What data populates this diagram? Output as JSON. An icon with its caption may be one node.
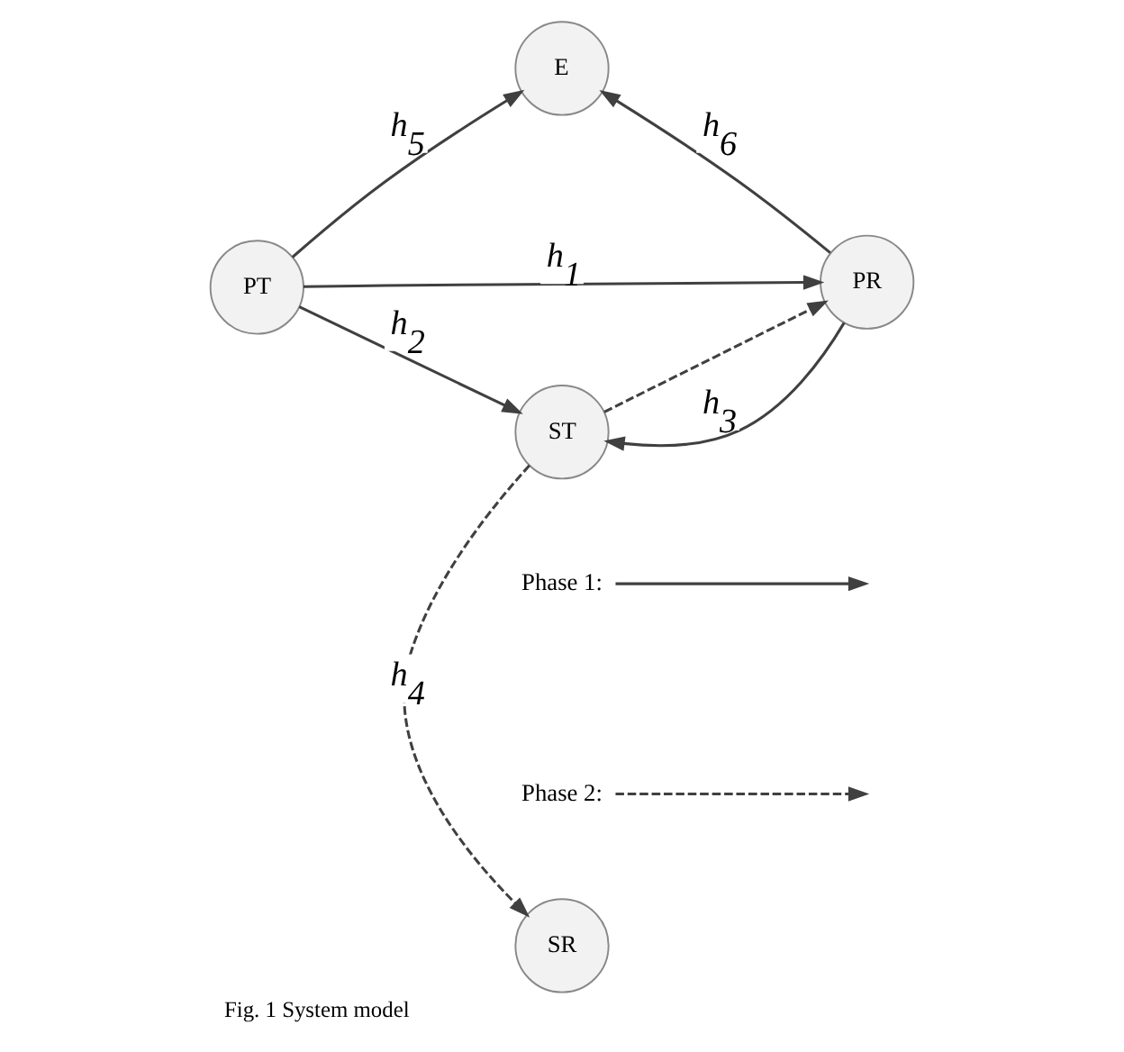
{
  "diagram": {
    "caption": "Fig. 1 System model",
    "nodes": [
      {
        "text": [
          "E"
        ]
      },
      {
        "text": [
          "PT"
        ]
      },
      {
        "text": [
          "PR"
        ]
      },
      {
        "text": [
          "ST"
        ]
      },
      {
        "text": [
          "SR"
        ]
      }
    ],
    "edges": [
      {
        "from": 1,
        "to": 0,
        "arrow": "to",
        "label": "h$_{5}$"
      },
      {
        "from": 2,
        "to": 0,
        "arrow": "to",
        "label": "h$_{6}$"
      },
      {
        "from": 1,
        "to": 2,
        "arrow": "to",
        "label": "h$_{1}$"
      },
      {
        "from": 1,
        "to": 3,
        "arrow": "to",
        "label": "h$_{2}$"
      },
      {
        "from": 2,
        "to": 3,
        "arrow": "to",
        "label": "h$_{3}$"
      },
      {
        "from": 3,
        "to": 2,
        "arrow": "to",
        "style": "dashed"
      },
      {
        "from": 3,
        "to": 4,
        "arrow": "to",
        "style": "dashed",
        "label": "h$_{4}$"
      }
    ],
    "legend": [
      {
        "text": "Phase 1:"
      },
      {
        "text": "Phase 2:"
      }
    ]
  }
}
